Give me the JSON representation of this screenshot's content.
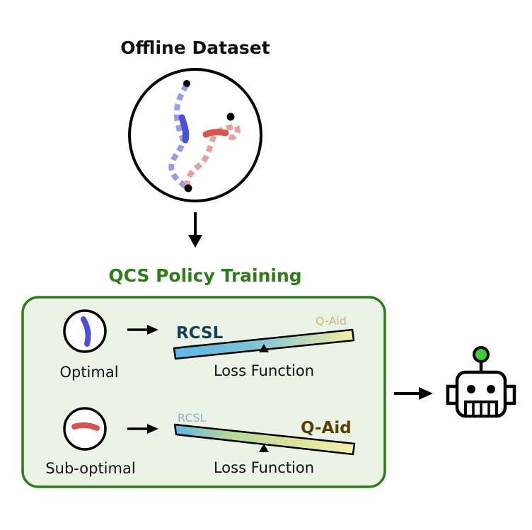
{
  "dataset": {
    "title": "Offline Dataset"
  },
  "training": {
    "title": "QCS Policy Training"
  },
  "rows": [
    {
      "input_label": "Optimal",
      "left_label": "RCSL",
      "right_label": "Q-Aid",
      "scale_label": "Loss Function"
    },
    {
      "input_label": "Sub-optimal",
      "left_label": "RCSL",
      "right_label": "Q-Aid",
      "scale_label": "Loss Function"
    }
  ],
  "colors": {
    "optimal_trajectory": "#4a4fd6",
    "suboptimal_trajectory": "#d9534f",
    "training_box_border": "#2e7d1a",
    "training_box_fill": "#eaf3e6",
    "training_title": "#2e7d1a",
    "rcsl_emphasis": "#123f5a",
    "qaid_emphasis": "#5a3f05",
    "rcsl_faint": "#8fb4c6",
    "qaid_faint": "#c9b77f",
    "robot_antenna": "#3ccf3c"
  },
  "icons": [
    "arrow-down-icon",
    "arrow-right-icon",
    "robot-icon"
  ]
}
